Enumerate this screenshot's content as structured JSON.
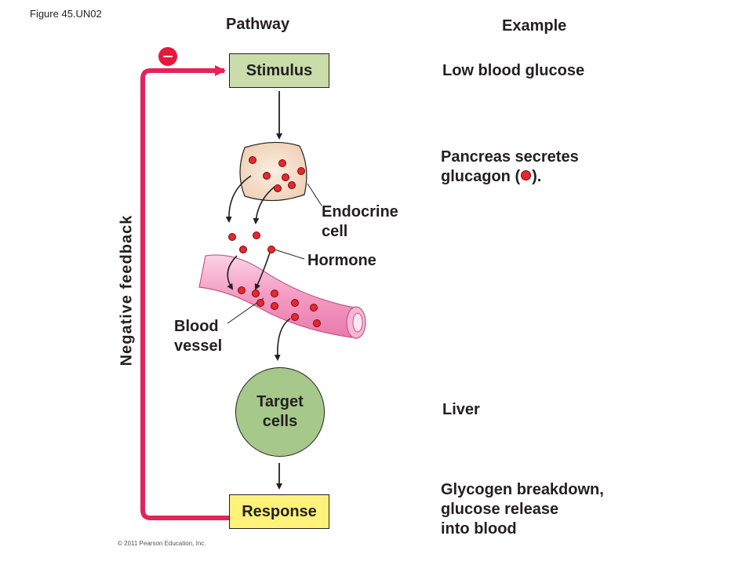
{
  "figure_label": "Figure 45.UN02",
  "copyright": "© 2011 Pearson Education, Inc.",
  "headers": {
    "pathway": "Pathway",
    "example": "Example"
  },
  "pathway": {
    "stimulus": "Stimulus",
    "endocrine_cell": [
      "Endocrine",
      "cell"
    ],
    "hormone": "Hormone",
    "blood_vessel": [
      "Blood",
      "vessel"
    ],
    "target_cells": [
      "Target",
      "cells"
    ],
    "response": "Response"
  },
  "feedback": {
    "label": "Negative feedback",
    "sign": "–"
  },
  "examples": {
    "stimulus": "Low blood glucose",
    "secretion_line1": "Pancreas secretes",
    "secretion_line2_before": "glucagon (",
    "secretion_line2_after": ").",
    "target": "Liver",
    "response": [
      "Glycogen breakdown,",
      "glucose release",
      "into blood"
    ]
  },
  "colors": {
    "feedback_arrow": "#e3245a",
    "stimulus_box": "#c9dcaa",
    "response_box": "#fff27a",
    "target_cells": "#a6c98b",
    "endocrine_cell": "#f5dec8",
    "blood_vessel": "#f49ac2",
    "hormone_dot": "#e8272f"
  }
}
